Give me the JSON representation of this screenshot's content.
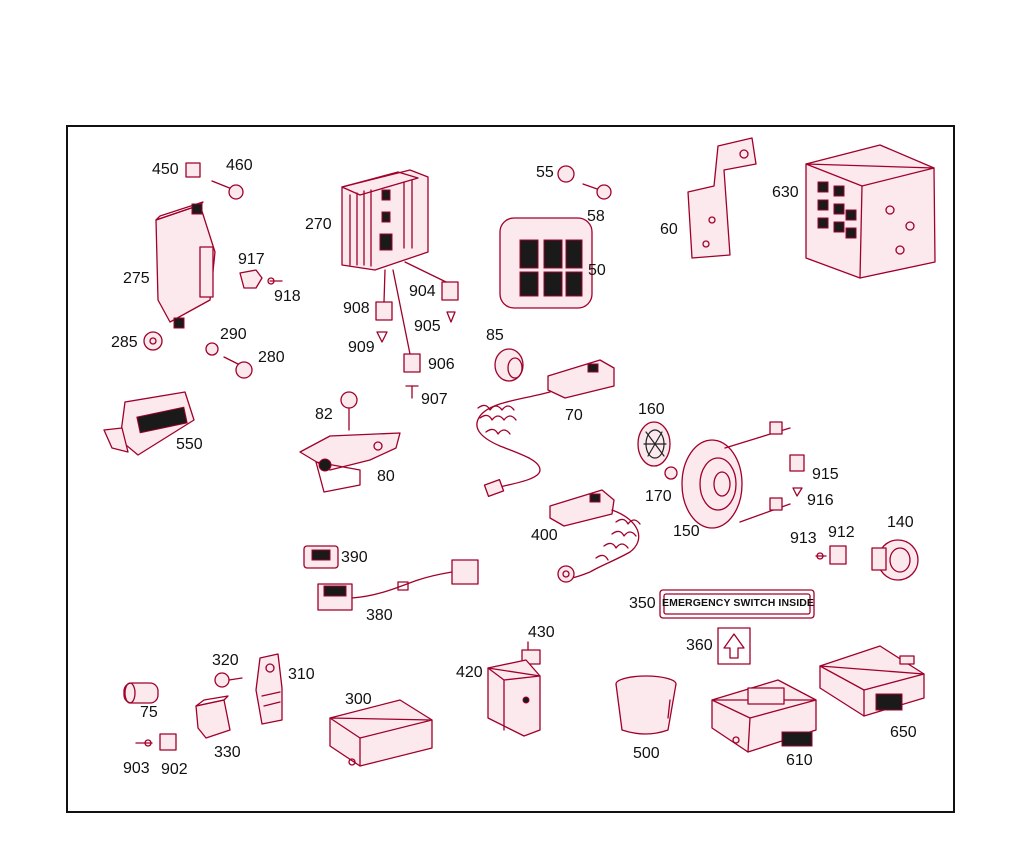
{
  "callouts": {
    "p450": "450",
    "p460": "460",
    "p275": "275",
    "p917": "917",
    "p918": "918",
    "p285": "285",
    "p290": "290",
    "p280": "280",
    "p550": "550",
    "p270": "270",
    "p908": "908",
    "p904": "904",
    "p905": "905",
    "p909": "909",
    "p906": "906",
    "p907": "907",
    "p82": "82",
    "p80": "80",
    "p55": "55",
    "p58": "58",
    "p50": "50",
    "p85": "85",
    "p70": "70",
    "p60": "60",
    "p630": "630",
    "p160": "160",
    "p170": "170",
    "p150": "150",
    "p915": "915",
    "p916": "916",
    "p400": "400",
    "p913": "913",
    "p912": "912",
    "p140": "140",
    "p390": "390",
    "p380": "380",
    "p350": "350",
    "p360": "360",
    "p430": "430",
    "p420": "420",
    "p320": "320",
    "p310": "310",
    "p75": "75",
    "p330": "330",
    "p903": "903",
    "p902": "902",
    "p300": "300",
    "p500": "500",
    "p610": "610",
    "p650": "650"
  },
  "emergency_label": "EMERGENCY SWITCH INSIDE",
  "colors": {
    "line": "#a0002a",
    "tint": "#fbe9ee",
    "text": "#111111"
  }
}
